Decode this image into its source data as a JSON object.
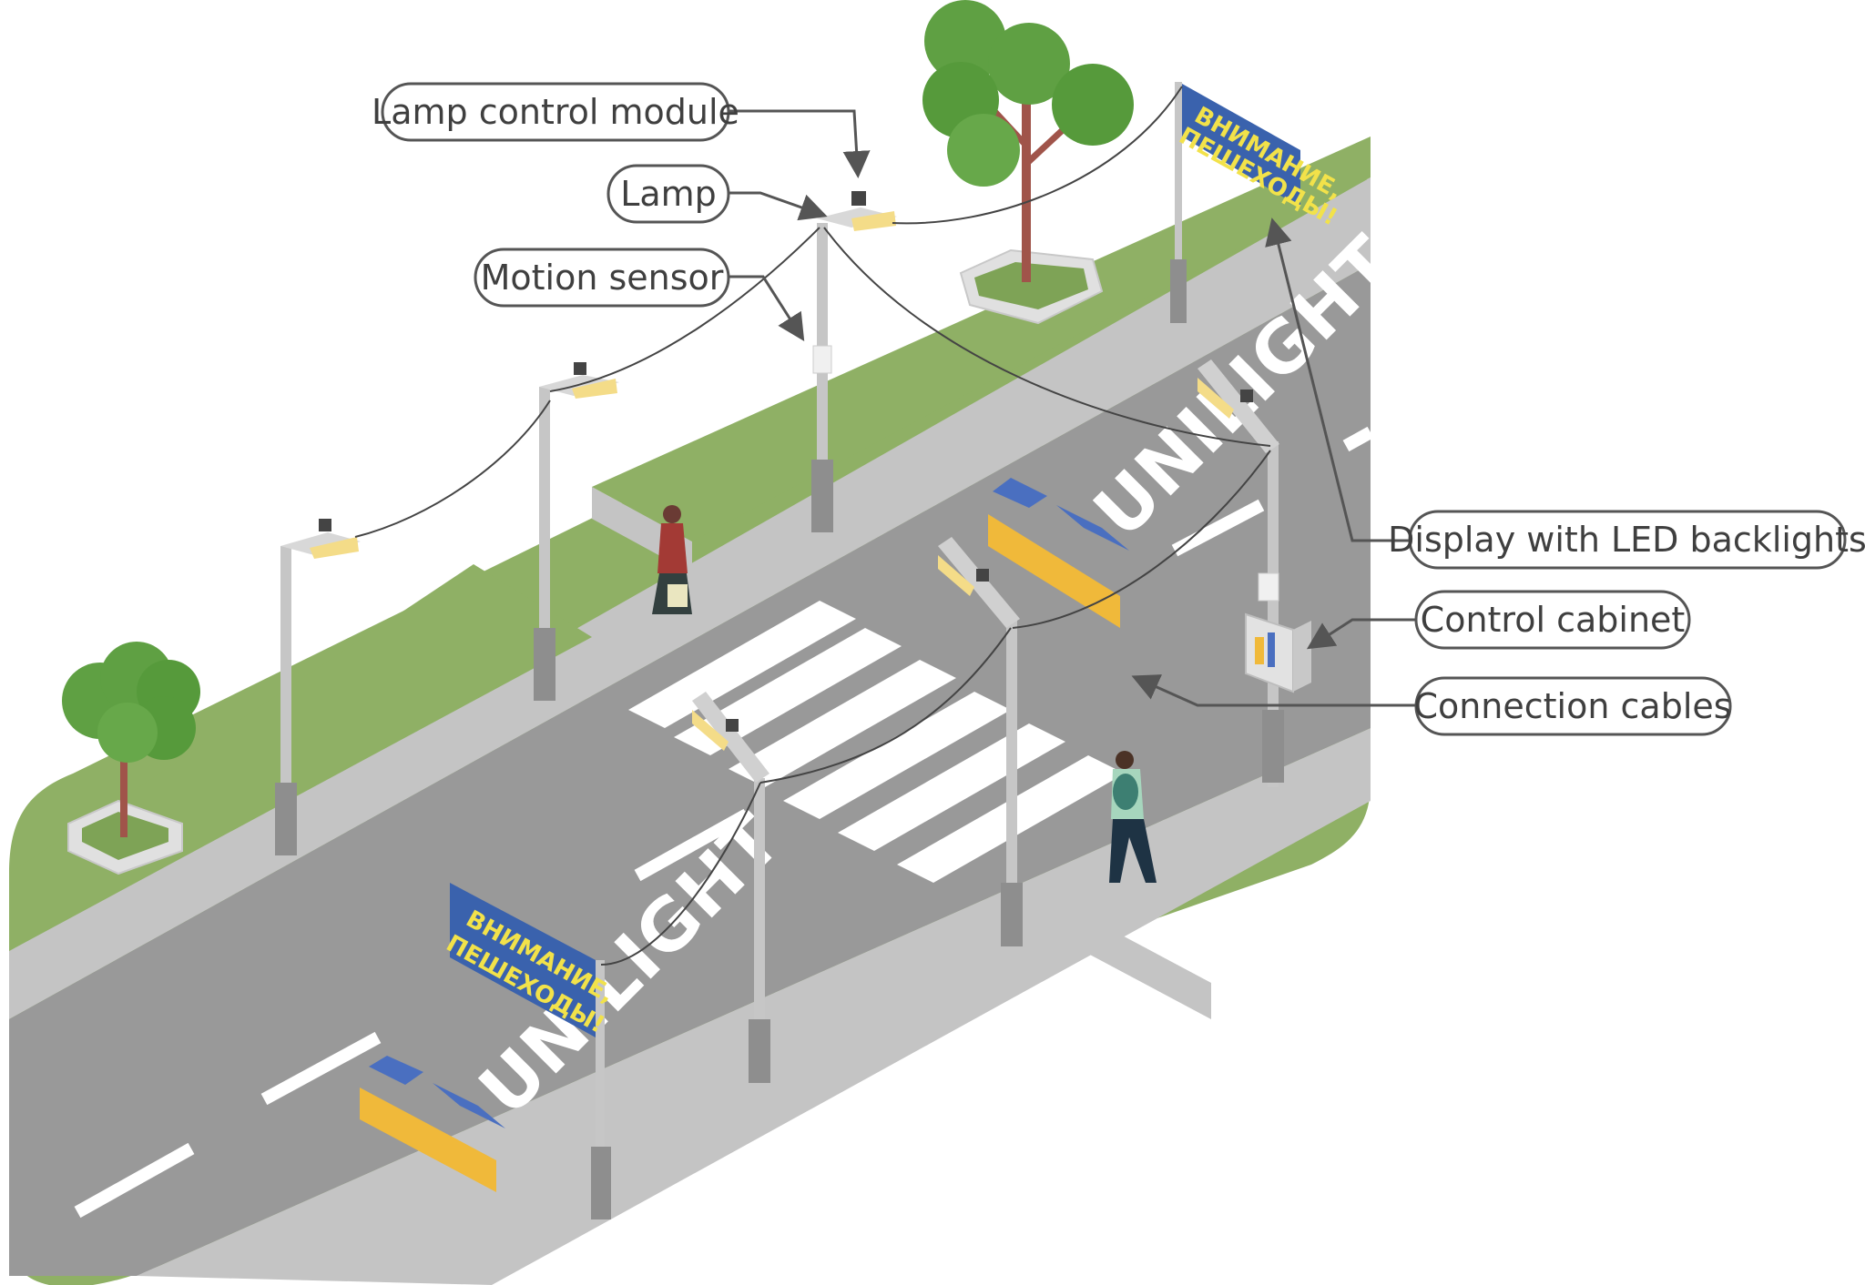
{
  "labels": {
    "lamp_control_module": "Lamp control module",
    "lamp": "Lamp",
    "motion_sensor": "Motion sensor",
    "display_with_led_backlights": "Display with LED backlights",
    "control_cabinet": "Control cabinet",
    "connection_cables": "Connection cables"
  },
  "sign": {
    "line1": "ВНИМАНИЕ,",
    "line2": "ПЕШЕХОДЫ!"
  },
  "brand": {
    "road_text": "UNILIGHT",
    "cabinet_logo": "Ui"
  },
  "colors": {
    "grass": "#8fb065",
    "road": "#999999",
    "sidewalk": "#c4c4c4",
    "sign_blue": "#3a62ad",
    "sign_text": "#f2e24a",
    "logo_yellow": "#f0b93a",
    "logo_blue": "#4a6fc0",
    "callout_border": "#555555"
  }
}
